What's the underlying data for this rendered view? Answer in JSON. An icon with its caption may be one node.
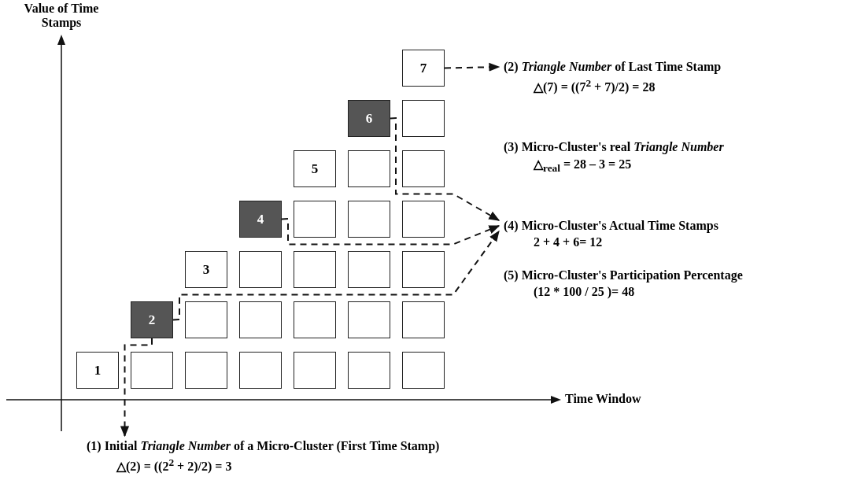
{
  "diagram": {
    "nodes": [
      {
        "text": [
          "7"
        ]
      },
      {
        "text": [
          "6"
        ]
      },
      {
        "text": [],
        "shape": "box"
      },
      {
        "text": [
          "5"
        ]
      },
      {
        "text": [],
        "shape": "box"
      },
      {
        "text": [],
        "shape": "box"
      },
      {
        "text": [
          "4"
        ]
      },
      {
        "text": [],
        "shape": "box"
      },
      {
        "text": [],
        "shape": "box"
      },
      {
        "text": [],
        "shape": "box"
      },
      {
        "text": [
          "3"
        ]
      },
      {
        "text": [],
        "shape": "box"
      },
      {
        "text": [],
        "shape": "box"
      },
      {
        "text": [],
        "shape": "box"
      },
      {
        "text": [],
        "shape": "box"
      },
      {
        "text": [
          "2"
        ]
      },
      {
        "text": [],
        "shape": "box"
      },
      {
        "text": [],
        "shape": "box"
      },
      {
        "text": [],
        "shape": "box"
      },
      {
        "text": [],
        "shape": "box"
      },
      {
        "text": [],
        "shape": "box"
      },
      {
        "text": [
          "1"
        ]
      },
      {
        "text": [],
        "shape": "box"
      },
      {
        "text": [],
        "shape": "box"
      },
      {
        "text": [],
        "shape": "box"
      },
      {
        "text": [],
        "shape": "box"
      },
      {
        "text": [],
        "shape": "box"
      },
      {
        "text": [],
        "shape": "box"
      },
      {
        "text": [
          "(2) *Triangle Number* of  Last Time Stamp",
          "△(7) = ((7$^{2}$ + 7)/2) = 28"
        ]
      },
      {
        "text": [
          "(4) Micro-Cluster's Actual Time Stamps",
          "2 + 4 + 6= 12"
        ]
      },
      {
        "text": [
          "(1)  Initial *Triangle Number* of a Micro-Cluster  (First Time Stamp)",
          "△(2) = ((2$^{2}$ + 2)/2) = 3"
        ]
      }
    ],
    "edges": [
      {
        "from": 0,
        "to": 28,
        "arrow": "to",
        "style": "dashed"
      },
      {
        "from": 1,
        "to": 29,
        "arrow": "to",
        "style": "dashed"
      },
      {
        "from": 6,
        "to": 29,
        "arrow": "to",
        "style": "dashed"
      },
      {
        "from": 15,
        "to": 29,
        "arrow": "to",
        "style": "dashed"
      },
      {
        "from": 15,
        "to": 30,
        "arrow": "to",
        "style": "dashed"
      }
    ],
    "labels": [
      "Value of Time Stamps",
      "(3) Micro-Cluster's real *Triangle Number*",
      "△$_{real}$ = 28 – 3 = 25",
      "(5) Micro-Cluster's Participation Percentage",
      "(12 * 100 / 25 )= 48",
      "Time Window"
    ]
  }
}
